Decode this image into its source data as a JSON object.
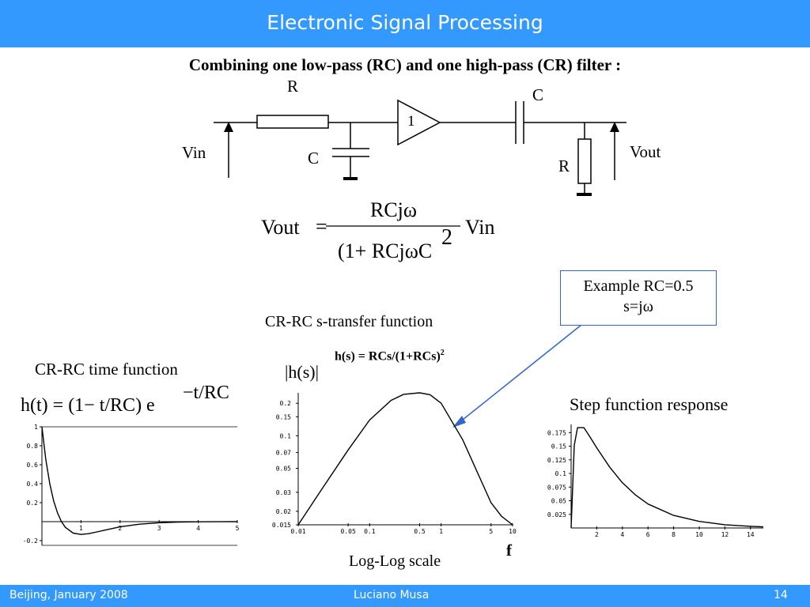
{
  "header": {
    "title": "Electronic Signal Processing"
  },
  "heading": "Combining one low-pass (RC) and one high-pass (CR) filter :",
  "circuit": {
    "r1": "R",
    "c1": "C",
    "amp_gain": "1",
    "c2": "C",
    "r2": "R",
    "vin": "Vin",
    "vout": "Vout"
  },
  "equation": {
    "lhs": "Vout",
    "eq": "=",
    "numerator": "RCjω",
    "denominator": "(1+ RCjωC",
    "exponent": "2",
    "rhs": "Vin"
  },
  "example": {
    "line1": "Example RC=0.5",
    "line2": "s=jω"
  },
  "sections": {
    "transfer_title": "CR-RC s-transfer function",
    "transfer_formula": "h(s) = RCs/(1+RCs)",
    "transfer_formula_exp": "2",
    "time_title": "CR-RC time function",
    "time_formula": "h(t) = (1− t/RC) e",
    "time_formula_exp": "−t/RC",
    "abs_h": "|h(s)|",
    "step_title": "Step function response",
    "axis_f": "f",
    "loglog": "Log-Log scale"
  },
  "footer": {
    "left": "Beijing, January  2008",
    "center": "Luciano Musa",
    "right": "14"
  },
  "colors": {
    "accent": "#3399ff",
    "arrow": "#3366cc"
  },
  "chart_data": [
    {
      "type": "line",
      "x_ticks": [
        "1",
        "2",
        "3",
        "4",
        "5"
      ],
      "y_ticks": [
        "1",
        "0.8",
        "0.6",
        "0.4",
        "0.2",
        "-0.2"
      ],
      "xlim": [
        0,
        5
      ],
      "ylim": [
        -0.25,
        1.0
      ],
      "x": [
        0,
        0.1,
        0.2,
        0.3,
        0.4,
        0.5,
        0.6,
        0.8,
        1.0,
        1.2,
        1.5,
        2.0,
        2.5,
        3.0,
        3.5,
        4.0,
        4.5,
        5.0
      ],
      "y": [
        1.0,
        0.655,
        0.402,
        0.219,
        0.09,
        0.0,
        -0.06,
        -0.121,
        -0.135,
        -0.127,
        -0.1,
        -0.055,
        -0.027,
        -0.012,
        -0.005,
        -0.002,
        -0.001,
        0.0
      ]
    },
    {
      "type": "line",
      "x_ticks": [
        "0.01",
        "0.05",
        "0.1",
        "0.5",
        "1",
        "5",
        "10"
      ],
      "y_ticks": [
        "0.2",
        "0.15",
        "0.1",
        "0.07",
        "0.05",
        "0.03",
        "0.02",
        "0.015"
      ],
      "xlim": [
        0.01,
        10
      ],
      "ylim": [
        0.015,
        0.25
      ],
      "xscale": "log",
      "yscale": "log",
      "x": [
        0.01,
        0.02,
        0.05,
        0.1,
        0.2,
        0.3,
        0.5,
        0.7,
        1.0,
        2.0,
        5.0,
        7.0,
        10.0
      ],
      "y": [
        0.015,
        0.03,
        0.074,
        0.14,
        0.213,
        0.242,
        0.25,
        0.24,
        0.2,
        0.092,
        0.024,
        0.018,
        0.015
      ]
    },
    {
      "type": "line",
      "x_ticks": [
        "2",
        "4",
        "6",
        "8",
        "10",
        "12",
        "14"
      ],
      "y_ticks": [
        "0.175",
        "0.15",
        "0.125",
        "0.1",
        "0.075",
        "0.05",
        "0.025"
      ],
      "xlim": [
        0,
        15
      ],
      "ylim": [
        0,
        0.19
      ],
      "x": [
        0,
        0.25,
        0.5,
        1.0,
        1.5,
        2.0,
        3.0,
        4.0,
        5.0,
        6.0,
        8.0,
        10.0,
        12.0,
        14.0,
        15.0
      ],
      "y": [
        0,
        0.152,
        0.184,
        0.184,
        0.166,
        0.147,
        0.112,
        0.083,
        0.061,
        0.044,
        0.023,
        0.012,
        0.006,
        0.003,
        0.002
      ]
    }
  ]
}
